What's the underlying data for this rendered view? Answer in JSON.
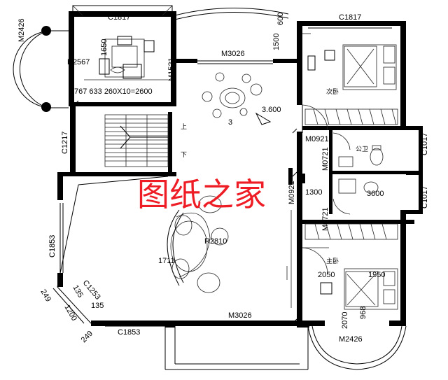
{
  "watermark": "图纸之家",
  "rooms": {
    "second_bedroom": "次卧",
    "master_bedroom": "主卧",
    "bathroom": "公卫"
  },
  "labels": {
    "c1817_a": "C1817",
    "c1817_b": "C1817",
    "m3026_top": "M3026",
    "m3026_bottom": "M3026",
    "r2567": "R2567",
    "m2426_left": "M2426",
    "m2426_right": "M2426",
    "n1650": "1650",
    "m1521": "M1521",
    "dims_row": "767 633  260X10=2600",
    "n1500": "1500",
    "n600": "600",
    "level": "3.600",
    "n3": "3",
    "m0921": "M0921",
    "m0721_a": "M0721",
    "m0721_b": "M0721",
    "c1017_a": "C1017",
    "c1017_b": "C1017",
    "c1217": "C1217",
    "up": "上",
    "down": "下",
    "n1300": "1300",
    "n3600": "3600",
    "m0921_b": "M0921",
    "c1853_left": "C1853",
    "c1853_bottom": "C1853",
    "r2810": "R2810",
    "n1711": "1711",
    "n2050": "2050",
    "n1950": "1950",
    "n2070": "2070",
    "n968": "968",
    "n249_a": "249",
    "n249_b": "249",
    "n135_a": "135",
    "n135_b": "135",
    "c1253": "C1253",
    "n1200": "1200"
  }
}
